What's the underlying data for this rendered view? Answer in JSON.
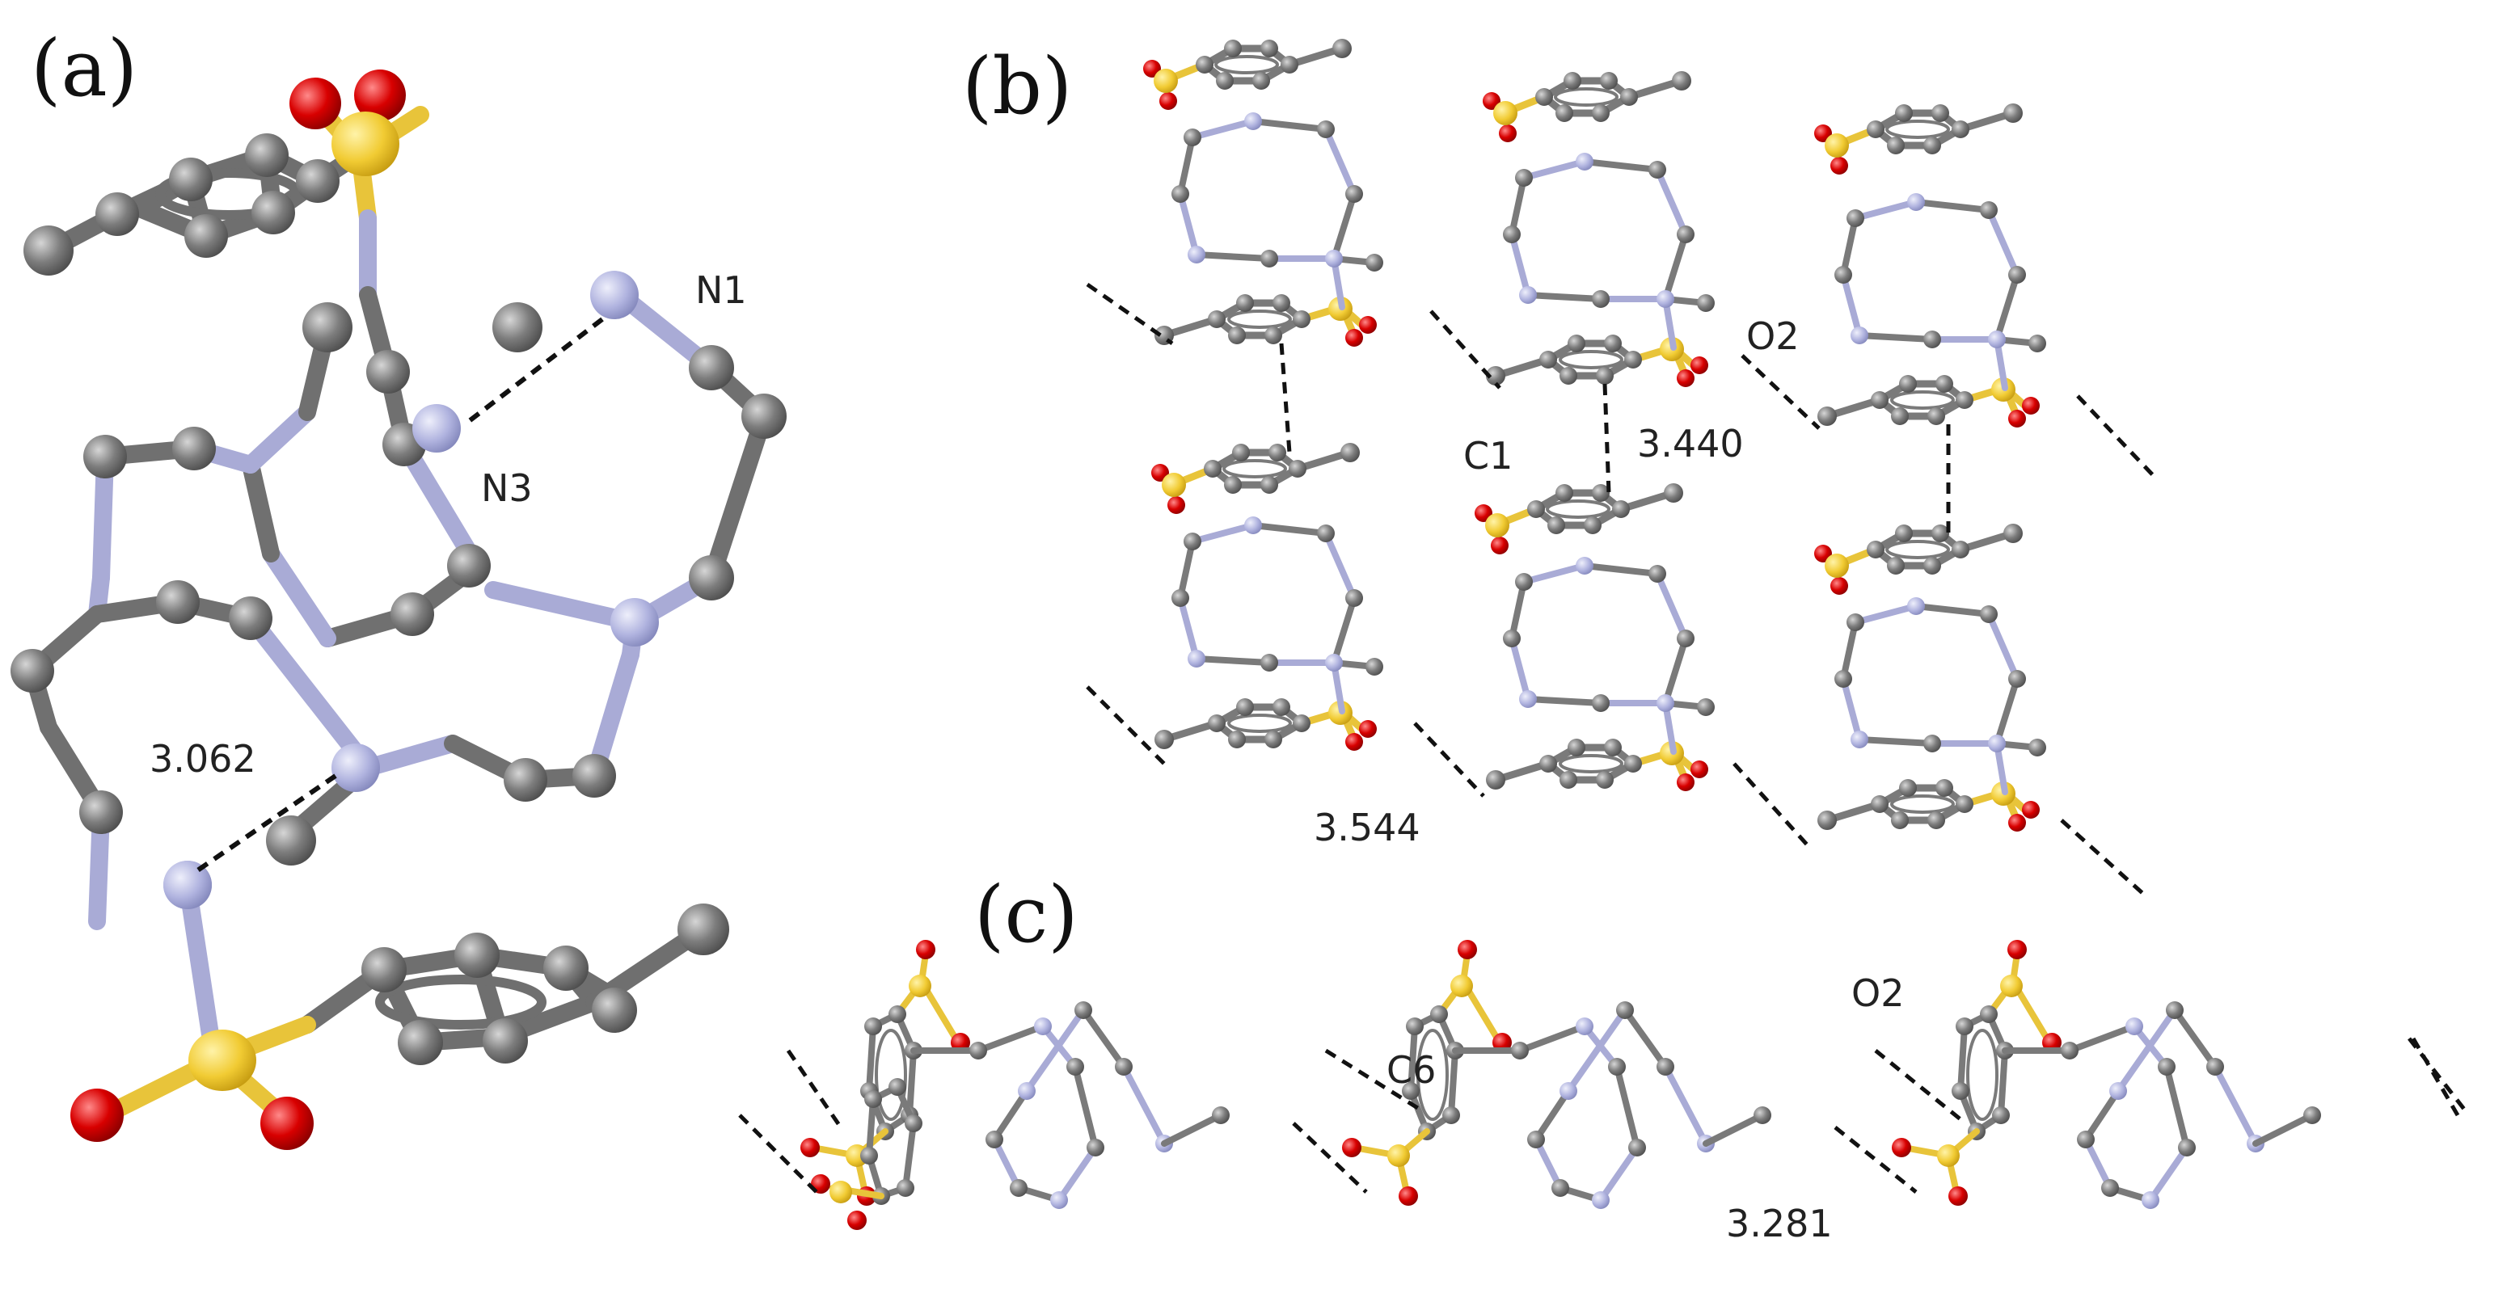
{
  "panels": {
    "a": "(a)",
    "b": "(b)",
    "c": "(c)"
  },
  "panel_a": {
    "atom_n1": "N1",
    "atom_n3": "N3",
    "distance": "3.062"
  },
  "panel_b": {
    "atom_o2": "O2",
    "atom_c1": "C1",
    "distance_stack": "3.440",
    "distance_contact": "3.544"
  },
  "panel_c": {
    "atom_c6": "C6",
    "atom_o2": "O2",
    "distance": "3.281"
  },
  "colors": {
    "carbon": "#7a7a7a",
    "nitrogen": "#b3b6e0",
    "sulfur": "#f2cd3c",
    "oxygen": "#d40000"
  }
}
